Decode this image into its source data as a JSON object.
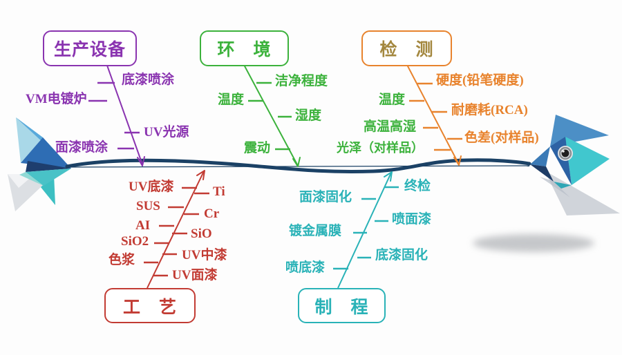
{
  "diagram_type": "fishbone-cause-effect",
  "colors": {
    "purple": "#8a34b0",
    "green": "#3cb23c",
    "orange": "#e8832d",
    "gold": "#a3873e",
    "red": "#c23b33",
    "teal": "#29b2b7",
    "spine": "#1b4165"
  },
  "branches": {
    "equipment": {
      "title": "生产设备",
      "items": [
        "底漆喷涂",
        "VM电镀炉",
        "UV光源",
        "面漆喷涂"
      ]
    },
    "environment": {
      "title": "环　境",
      "items": [
        "洁净程度",
        "温度",
        "湿度",
        "震动"
      ]
    },
    "inspection": {
      "title": "检　测",
      "orange_items": [
        "硬度(铅笔硬度)",
        "耐磨耗(RCA)",
        "色差(对样品)"
      ],
      "green_items": [
        "温度",
        "高温高湿",
        "光泽（对样品）"
      ]
    },
    "process": {
      "title": "工　艺",
      "left_items": [
        "UV底漆",
        "SUS",
        "AI",
        "SiO2",
        "色浆"
      ],
      "right_items": [
        "Ti",
        "Cr",
        "SiO",
        "UV中漆",
        "UV面漆"
      ]
    },
    "manufacturing": {
      "title": "制　程",
      "left_items": [
        "面漆固化",
        "镀金属膜",
        "喷底漆"
      ],
      "right_items": [
        "终检",
        "喷面漆",
        "底漆固化"
      ]
    }
  }
}
